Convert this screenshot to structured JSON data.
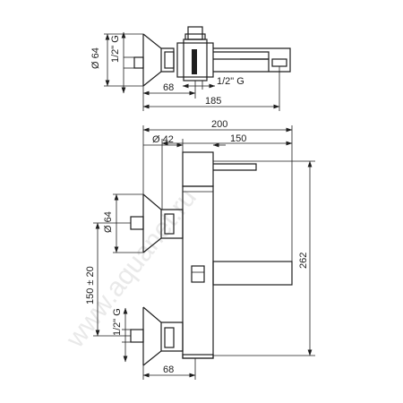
{
  "watermark": "www.aquanet.ru",
  "top_view": {
    "dia_64": "Ø 64",
    "thread_left": "1/2\" G",
    "dim_68": "68",
    "thread_bottom": "1/2\" G",
    "dim_185": "185"
  },
  "front_view": {
    "dim_200": "200",
    "dia_42": "Ø 42",
    "dim_150": "150",
    "dia_64": "Ø 64",
    "dim_150_20": "150 ± 20",
    "thread_left": "1/2\" G",
    "dim_262": "262",
    "dim_68": "68"
  }
}
